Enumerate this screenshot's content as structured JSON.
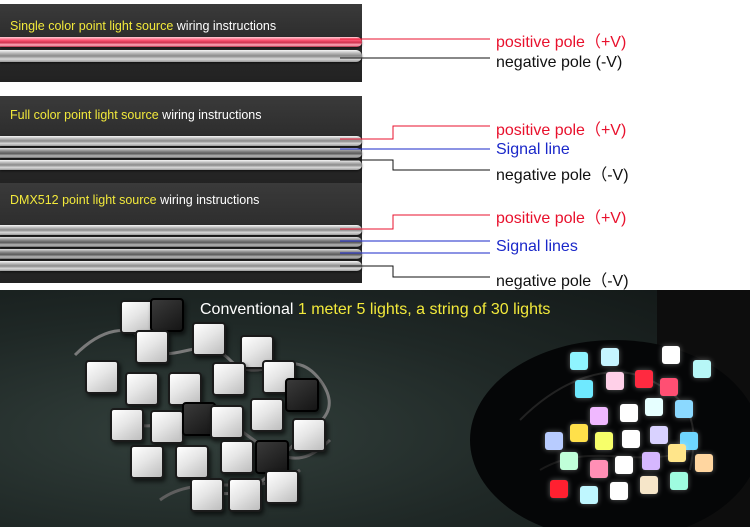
{
  "panels": [
    {
      "title_highlight": "Single color point light source",
      "title_rest": " wiring instructions",
      "labels": [
        {
          "text": "positive pole（+V)",
          "color": "red"
        },
        {
          "text": "negative pole (-V)",
          "color": "black"
        }
      ]
    },
    {
      "title_highlight": "Full color point light source",
      "title_rest": " wiring instructions",
      "labels": [
        {
          "text": "positive pole（+V)",
          "color": "red"
        },
        {
          "text": "Signal line",
          "color": "blue"
        },
        {
          "text": "negative pole（-V)",
          "color": "black"
        }
      ]
    },
    {
      "title_highlight": "DMX512 point light source",
      "title_rest": " wiring instructions",
      "labels": [
        {
          "text": "positive pole（+V)",
          "color": "red"
        },
        {
          "text": "Signal lines",
          "color": "blue"
        },
        {
          "text": "negative pole（-V)",
          "color": "black"
        }
      ]
    }
  ],
  "caption": {
    "prefix": "Conventional ",
    "highlight": "1 meter 5 lights, a string of 30 lights"
  },
  "colors": {
    "positive": "#e8112d",
    "signal": "#1a27c9",
    "negative": "#111111",
    "highlight": "#f2e93b"
  },
  "lit_pixel_colors": [
    "#8ff4ff",
    "#c6f4ff",
    "#ffffff",
    "#b7f7f7",
    "#6fe9ff",
    "#ffd0e8",
    "#ff2a40",
    "#ff4f73",
    "#f0b8ff",
    "#ffffff",
    "#e6ffff",
    "#8bd9ff",
    "#b8ccff",
    "#ffe04a",
    "#f7ff6a",
    "#ffffff",
    "#d9d2ff",
    "#6fd6ff",
    "#c0ffd9",
    "#ff8fb5",
    "#ffffff",
    "#d6b7ff",
    "#ffe58a",
    "#ffd6a0",
    "#ff2030",
    "#bff7ff",
    "#ffffff",
    "#f6e6c9",
    "#9ffce0"
  ]
}
